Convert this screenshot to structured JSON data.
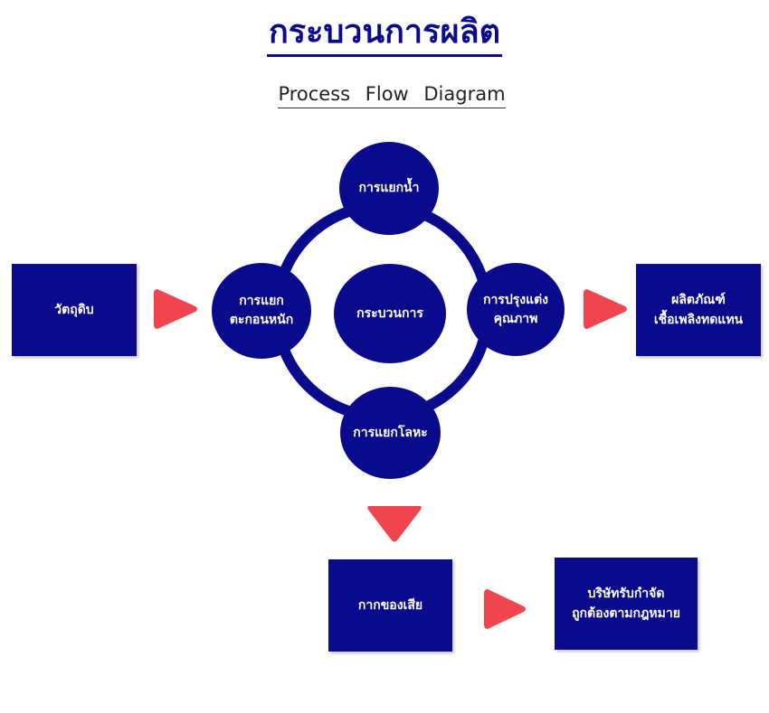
{
  "title": "กระบวนการผลิต",
  "subtitle": "Process Flow Diagram",
  "center": "กระบวนการ",
  "steps": {
    "top": "การแยกน้ำ",
    "left": "การแยก\nตะกอนหนัก",
    "right": "การปรุงแต่ง\nคุณภาพ",
    "bottom": "การแยกโลหะ"
  },
  "boxes": {
    "input": "วัตถุดิบ",
    "product": "ผลิตภัณฑ์\nเชื้อเพลิงทดแทน",
    "waste": "กากของเสีย",
    "disposal": "บริษัทรับกำจัด\nถูกต้องตามกฎหมาย"
  },
  "colors": {
    "shape_fill": "#0a0a8c",
    "arrow_fill": "#f0454f"
  }
}
